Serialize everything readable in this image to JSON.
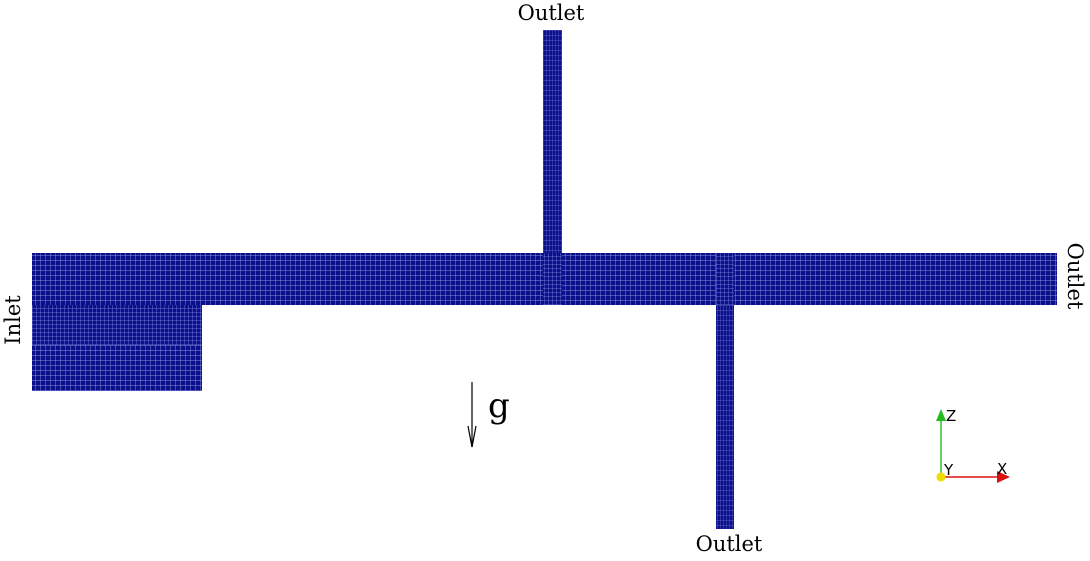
{
  "labels": {
    "outlet_top": "Outlet",
    "outlet_right": "Outlet",
    "outlet_bottom": "Outlet",
    "inlet": "Inlet",
    "gravity": "g"
  },
  "axes_triad": {
    "z": "Z",
    "y": "Y",
    "x": "X"
  },
  "colors": {
    "mesh_fill": "#0a0f8c",
    "mesh_line": "#7f86d6",
    "axis_z": "#22bb22",
    "axis_x": "#dd1111",
    "axis_y": "#eedd00"
  }
}
